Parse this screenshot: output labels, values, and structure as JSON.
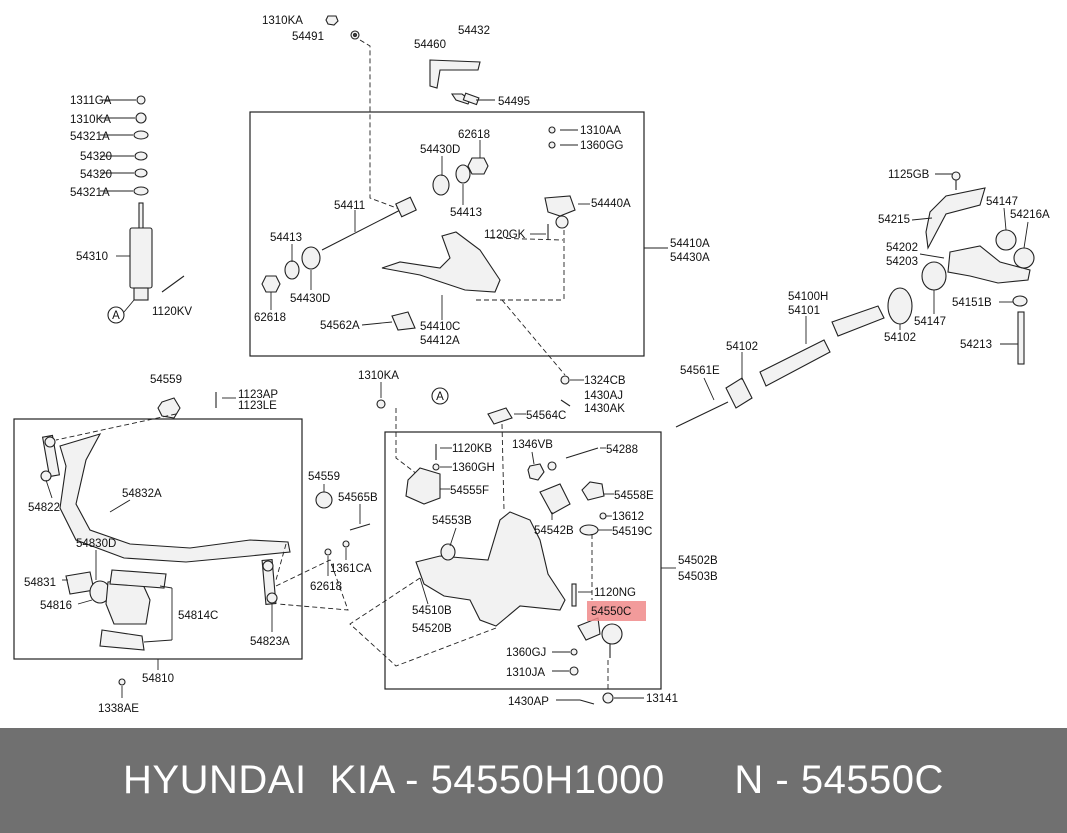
{
  "callout_letter": "A",
  "highlight_color": "#f08a8a",
  "banner": {
    "text": "HYUNDAI  KIA - 54550H1000      N - 54550C",
    "background": "#707070"
  },
  "labels": {
    "p1310KA_top": "1310KA",
    "p54491": "54491",
    "p54460": "54460",
    "p54432": "54432",
    "p54495": "54495",
    "p1311GA": "1311GA",
    "p1310KA_left": "1310KA",
    "p54321A_a": "54321A",
    "p54320_a": "54320",
    "p54320_b": "54320",
    "p54321A_b": "54321A",
    "p54310": "54310",
    "p1120KV": "1120KV",
    "p62618_top": "62618",
    "p54430D_top": "54430D",
    "p54411": "54411",
    "p54413_top": "54413",
    "p54413_left": "54413",
    "p54430D_bot": "54430D",
    "p62618_left": "62618",
    "p1310AA": "1310AA",
    "p1360GG": "1360GG",
    "p54440A": "54440A",
    "p1120GK": "1120GK",
    "p54410A": "54410A",
    "p54430A": "54430A",
    "p54562A": "54562A",
    "p54410C": "54410C",
    "p54412A": "54412A",
    "p1125GB": "1125GB",
    "p54215": "54215",
    "p54147_top": "54147",
    "p54216A": "54216A",
    "p54202": "54202",
    "p54203": "54203",
    "p54100H": "54100H",
    "p54101": "54101",
    "p54151B": "54151B",
    "p54147_bot": "54147",
    "p54102_right": "54102",
    "p54213": "54213",
    "p54102_left": "54102",
    "p54561E": "54561E",
    "p54559_top": "54559",
    "p1123AP": "1123AP",
    "p1123LE": "1123LE",
    "p1310KA_mid": "1310KA",
    "p1324CB": "1324CB",
    "p1430AJ": "1430AJ",
    "p1430AK": "1430AK",
    "p54564C": "54564C",
    "p1120KB": "1120KB",
    "p1346VB": "1346VB",
    "p54288": "54288",
    "p1360GH": "1360GH",
    "p54555F": "54555F",
    "p54558E": "54558E",
    "p54553B": "54553B",
    "p13612": "13612",
    "p54542B": "54542B",
    "p54519C": "54519C",
    "p54502B": "54502B",
    "p54503B": "54503B",
    "p1120NG": "1120NG",
    "p54550C": "54550C",
    "p54510B": "54510B",
    "p54520B": "54520B",
    "p1360GJ": "1360GJ",
    "p1310JA": "1310JA",
    "p1430AP": "1430AP",
    "p13141": "13141",
    "p54822": "54822",
    "p54832A": "54832A",
    "p54830D": "54830D",
    "p54831": "54831",
    "p54816": "54816",
    "p54814C": "54814C",
    "p54559_left": "54559",
    "p54565B": "54565B",
    "p1361CA": "1361CA",
    "p62618_mid": "62618",
    "p54823A": "54823A",
    "p54810": "54810",
    "p1338AE": "1338AE"
  }
}
